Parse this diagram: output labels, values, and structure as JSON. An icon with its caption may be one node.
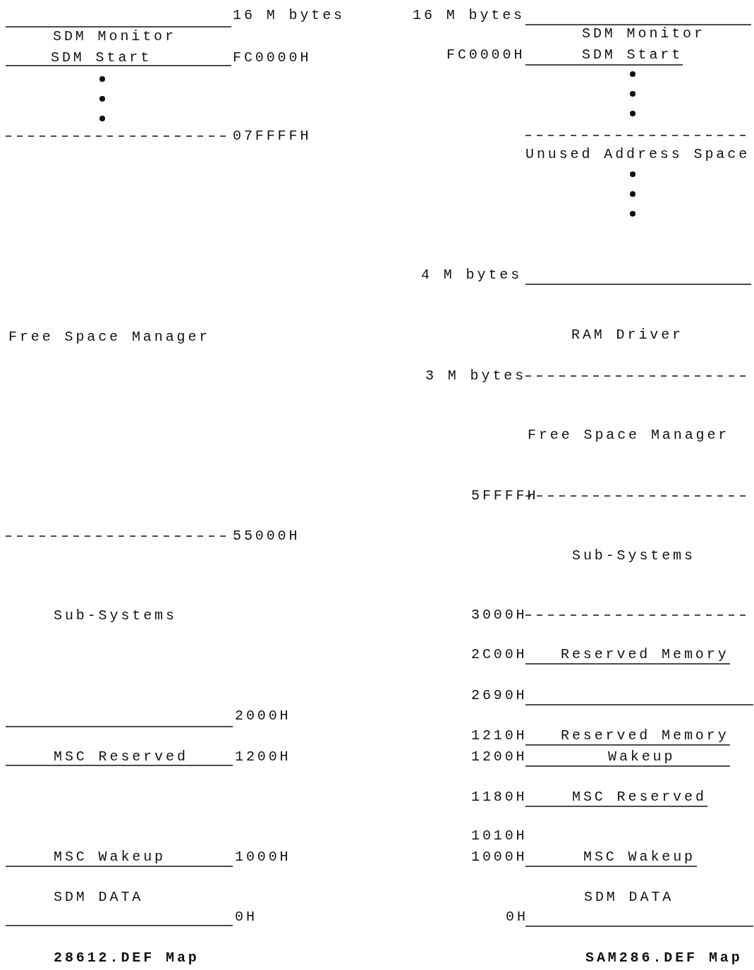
{
  "diagram": {
    "labels": [
      "16 M bytes",
      "16 M bytes",
      "SDM Monitor",
      "SDM Monitor",
      "SDM Start",
      "FC0000H",
      "FC0000H",
      "SDM Start",
      "07FFFFH",
      "Unused Address Space",
      "4 M bytes",
      "Free Space Manager",
      "RAM Driver",
      "3 M bytes",
      "Free Space Manager",
      "5FFFFH",
      "55000H",
      "Sub-Systems",
      "Sub-Systems",
      "3000H",
      "2C00H",
      "Reserved Memory",
      "2690H",
      "2000H",
      "1210H",
      "Reserved Memory",
      "MSC Reserved",
      "1200H",
      "1200H",
      "Wakeup",
      "1180H",
      "MSC Reserved",
      "1010H",
      "MSC Wakeup",
      "1000H",
      "1000H",
      "MSC Wakeup",
      "SDM DATA",
      "SDM DATA",
      "0H",
      "0H",
      "28612.DEF Map",
      "SAM286.DEF Map"
    ]
  }
}
